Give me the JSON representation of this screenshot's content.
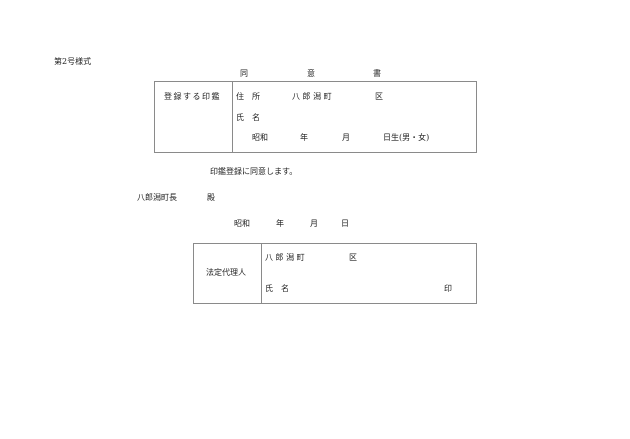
{
  "form_number": "第2号様式",
  "title": {
    "char1": "同",
    "char2": "意",
    "char3": "書"
  },
  "registration_table": {
    "label": "登録する印鑑",
    "address_label": "住　所",
    "address_town": "八 郎 潟 町",
    "address_ward": "区",
    "name_label": "氏　名",
    "era": "昭和",
    "year": "年",
    "month": "月",
    "birth_suffix": "日生(男・女)"
  },
  "consent_text": "印鑑登録に同意します。",
  "addressee": {
    "name": "八郎潟町長",
    "honorific": "殿"
  },
  "date_line": {
    "era": "昭和",
    "year": "年",
    "month": "月",
    "day": "日"
  },
  "guardian_table": {
    "label": "法定代理人",
    "address_town": "八 郎 潟 町",
    "address_ward": "区",
    "name_label": "氏　名",
    "seal": "印"
  }
}
